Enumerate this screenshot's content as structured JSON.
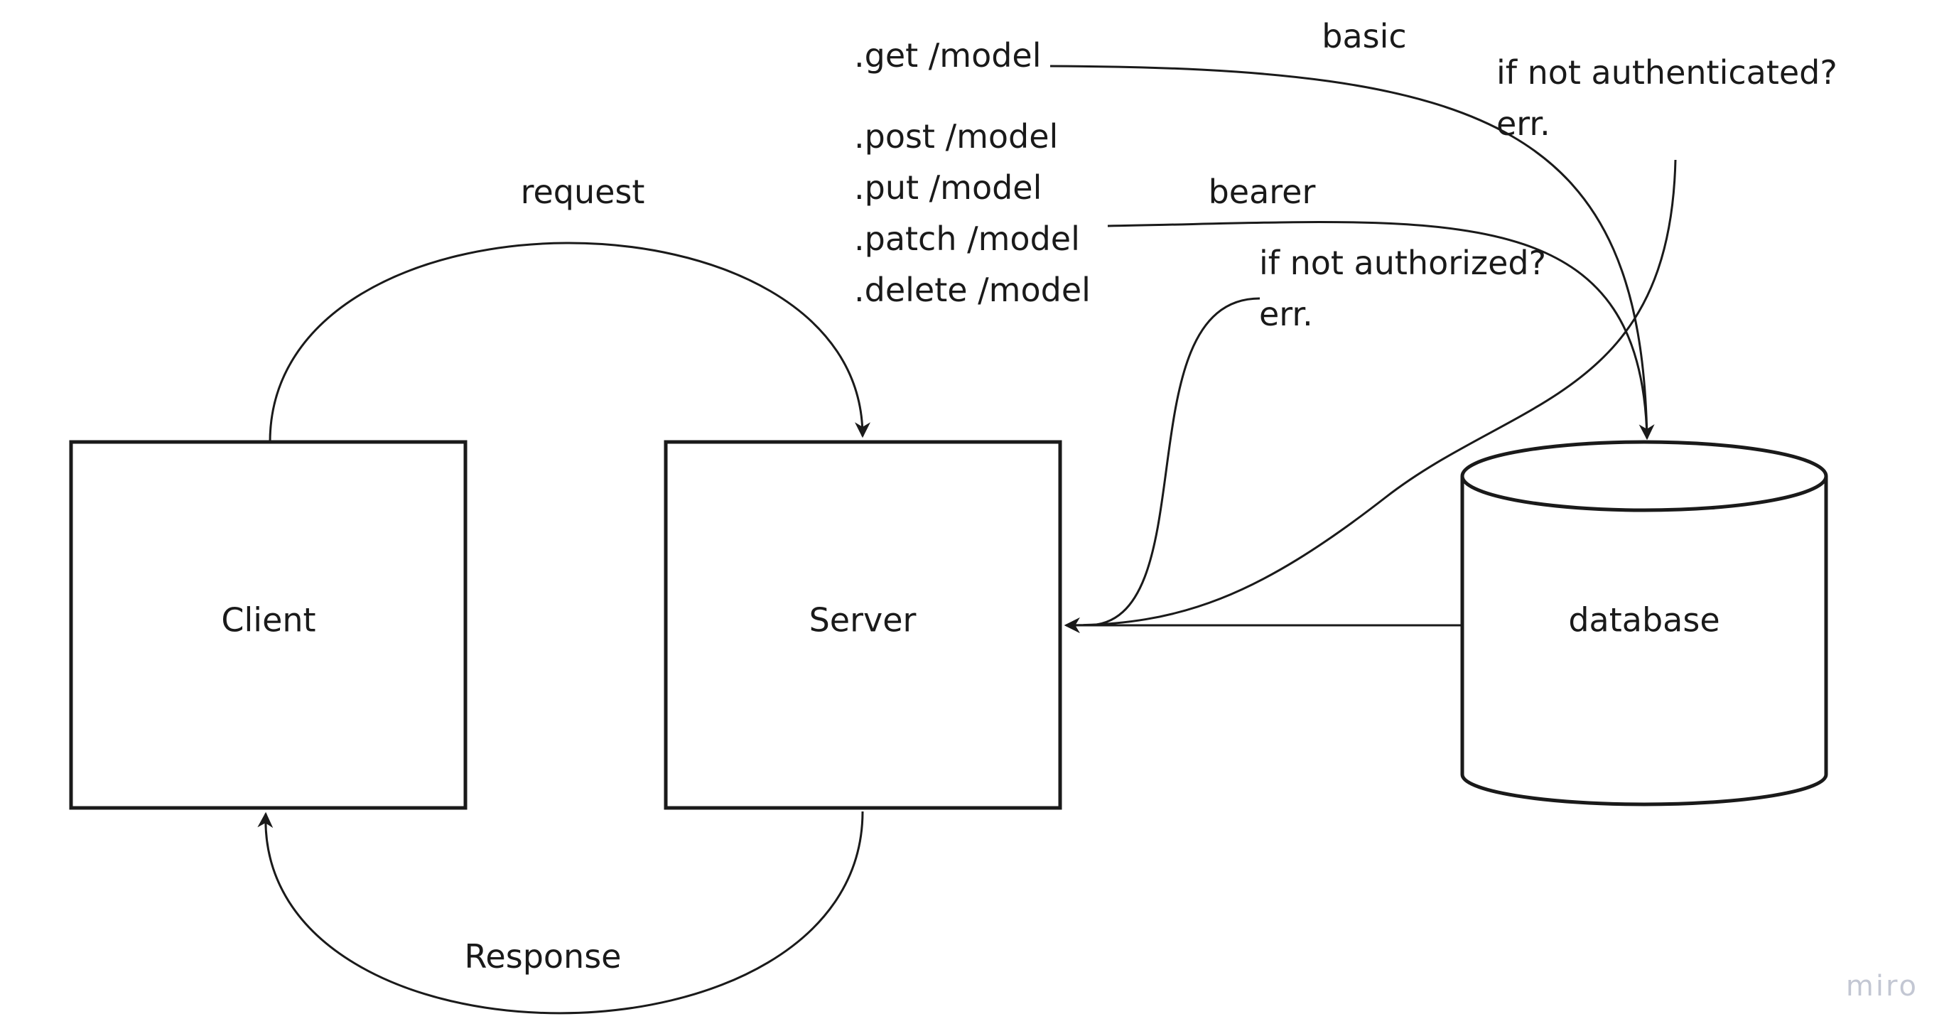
{
  "nodes": {
    "client": "Client",
    "server": "Server",
    "database": "database"
  },
  "edges": {
    "request": "request",
    "response": "Response",
    "basic": "basic",
    "bearer": "bearer"
  },
  "routes": {
    "get": ".get /model",
    "post": ".post /model",
    "put": ".put /model",
    "patch": ".patch /model",
    "delete": ".delete /model"
  },
  "notes": {
    "authenticated_question": "if not authenticated?",
    "authenticated_err": "err.",
    "authorized_question": "if not authorized?",
    "authorized_err": "err."
  },
  "watermark": "miro",
  "colors": {
    "stroke": "#1a1a1a",
    "watermark": "#c3c7d3"
  }
}
